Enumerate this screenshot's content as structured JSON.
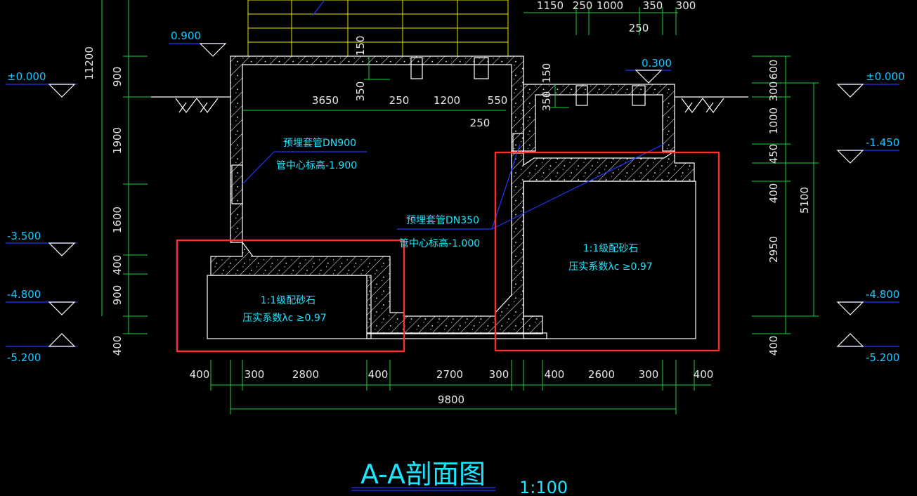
{
  "drawing": {
    "title": "A-A剖面图",
    "scale": "1:100"
  },
  "elevations": {
    "left": [
      "±0.000",
      "-3.500",
      "-4.800",
      "-5.200"
    ],
    "left_upper": "0.900",
    "right": [
      "±0.000",
      "-1.450",
      "-4.800",
      "-5.200"
    ],
    "right_upper": "0.300"
  },
  "dimensions": {
    "left_vertical": [
      "11200",
      "900",
      "1900",
      "1600",
      "400",
      "900",
      "400"
    ],
    "right_vertical": [
      "600",
      "300",
      "1000",
      "450",
      "400",
      "2950",
      "400"
    ],
    "right_total": "5100",
    "bottom_segments": [
      "400",
      "300",
      "2800",
      "400",
      "2700",
      "300",
      "400",
      "2600",
      "300",
      "400"
    ],
    "bottom_total": "9800",
    "top_right_segments": [
      "1150",
      "250",
      "1000",
      "350",
      "300"
    ],
    "top_right_sub": "250",
    "inner_row": [
      "3650",
      "250",
      "1200",
      "550"
    ],
    "inner_row_sub": "250",
    "slab_left": "150",
    "slab_left_2": "350",
    "slab_right": "150",
    "slab_right_2": "350"
  },
  "notes": {
    "pipe_900_line1": "预埋套管DN900",
    "pipe_900_line2": "管中心标高-1.900",
    "pipe_350_line1": "预埋套管DN350",
    "pipe_350_line2": "管中心标高-1.000",
    "fill_left_line1": "1:1级配砂石",
    "fill_left_line2": "压实系数λc ≥0.97",
    "fill_right_line1": "1:1级配砂石",
    "fill_right_line2": "压实系数λc ≥0.97"
  },
  "colors": {
    "background": "#000000",
    "dimension": "#19d23c",
    "outline": "#ffffff",
    "text": "#19e6ff",
    "highlight": "#ff3030",
    "leader": "#2236ff"
  }
}
